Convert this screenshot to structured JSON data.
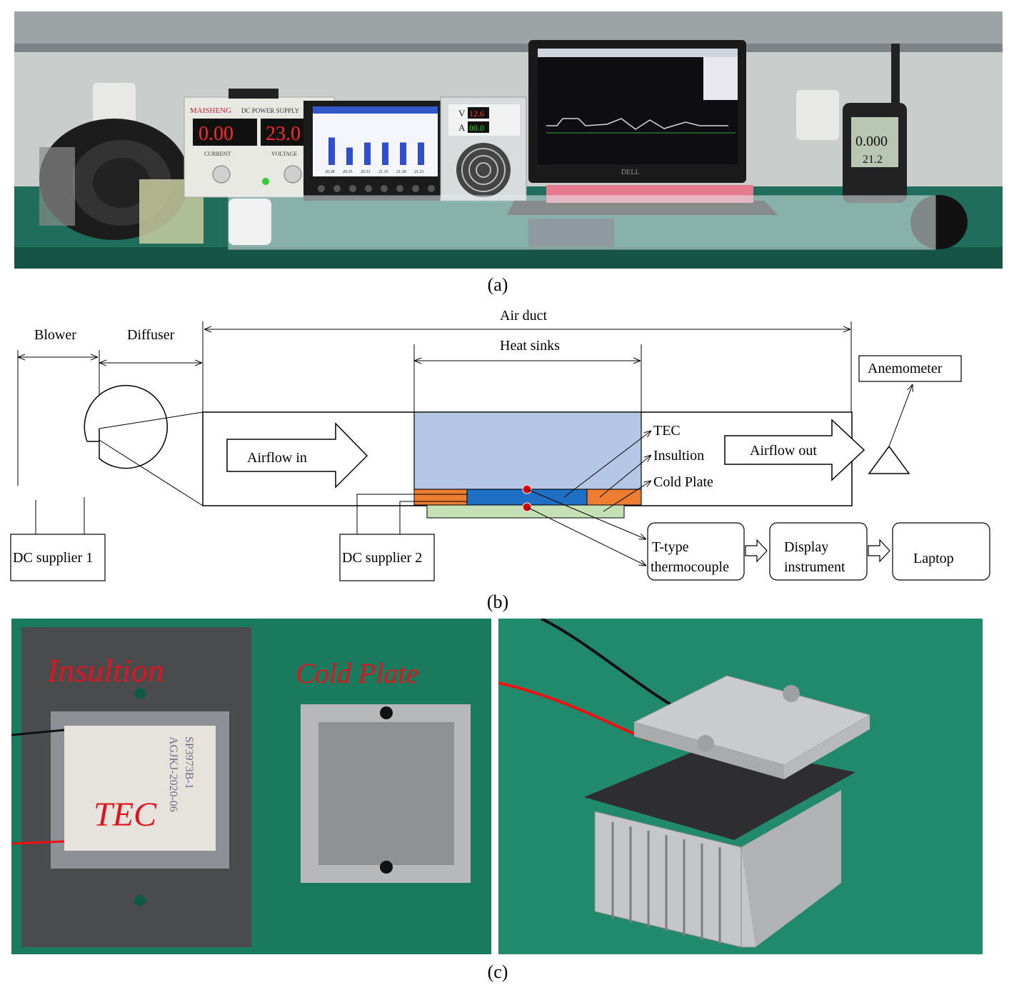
{
  "panel_a": {
    "caption": "(a)",
    "power_supply": {
      "brand": "MAISHENG",
      "model": "DC POWER SUPPLY",
      "current_reading": "0.00",
      "voltage_reading": "23.0",
      "current_label": "CURRENT",
      "voltage_label": "VOLTAGE"
    },
    "meter": {
      "v_reading": "12.6",
      "a_reading": "00.0",
      "v_label": "V",
      "a_label": "A"
    },
    "anemometer_readings": [
      "0.000",
      "21.2"
    ],
    "laptop_brand": "DELL",
    "logger_values": [
      "20.28",
      "20.35",
      "20.33",
      "21.15",
      "21.18",
      "21.23"
    ],
    "bar_heights": [
      0.55,
      0.35,
      0.45,
      0.45,
      0.45,
      0.45
    ]
  },
  "panel_b": {
    "caption": "(b)",
    "labels": {
      "blower": "Blower",
      "diffuser": "Diffuser",
      "air_duct": "Air duct",
      "heat_sinks": "Heat sinks",
      "anemometer": "Anemometer",
      "airflow_in": "Airflow in",
      "airflow_out": "Airflow out",
      "tec": "TEC",
      "insulation": "Insultion",
      "cold_plate": "Cold Plate",
      "dc_supplier_1": "DC supplier 1",
      "dc_supplier_2": "DC supplier 2",
      "thermocouple_line1": "T-type",
      "thermocouple_line2": "thermocouple",
      "display_line1": "Display",
      "display_line2": "instrument",
      "laptop": "Laptop"
    },
    "colors": {
      "heat_sink": "#b4c7e7",
      "insulation": "#ed7d31",
      "tec": "#1f6fc5",
      "cold_plate": "#c5e0b4",
      "thermocouple_dot": "#e00000"
    }
  },
  "panel_c": {
    "caption": "(c)",
    "labels": {
      "insulation": "Insultion",
      "cold_plate": "Cold Plate",
      "tec": "TEC"
    },
    "tec_print_lines": [
      "AGJKJ-2020-06",
      "SP3973B-1"
    ]
  }
}
